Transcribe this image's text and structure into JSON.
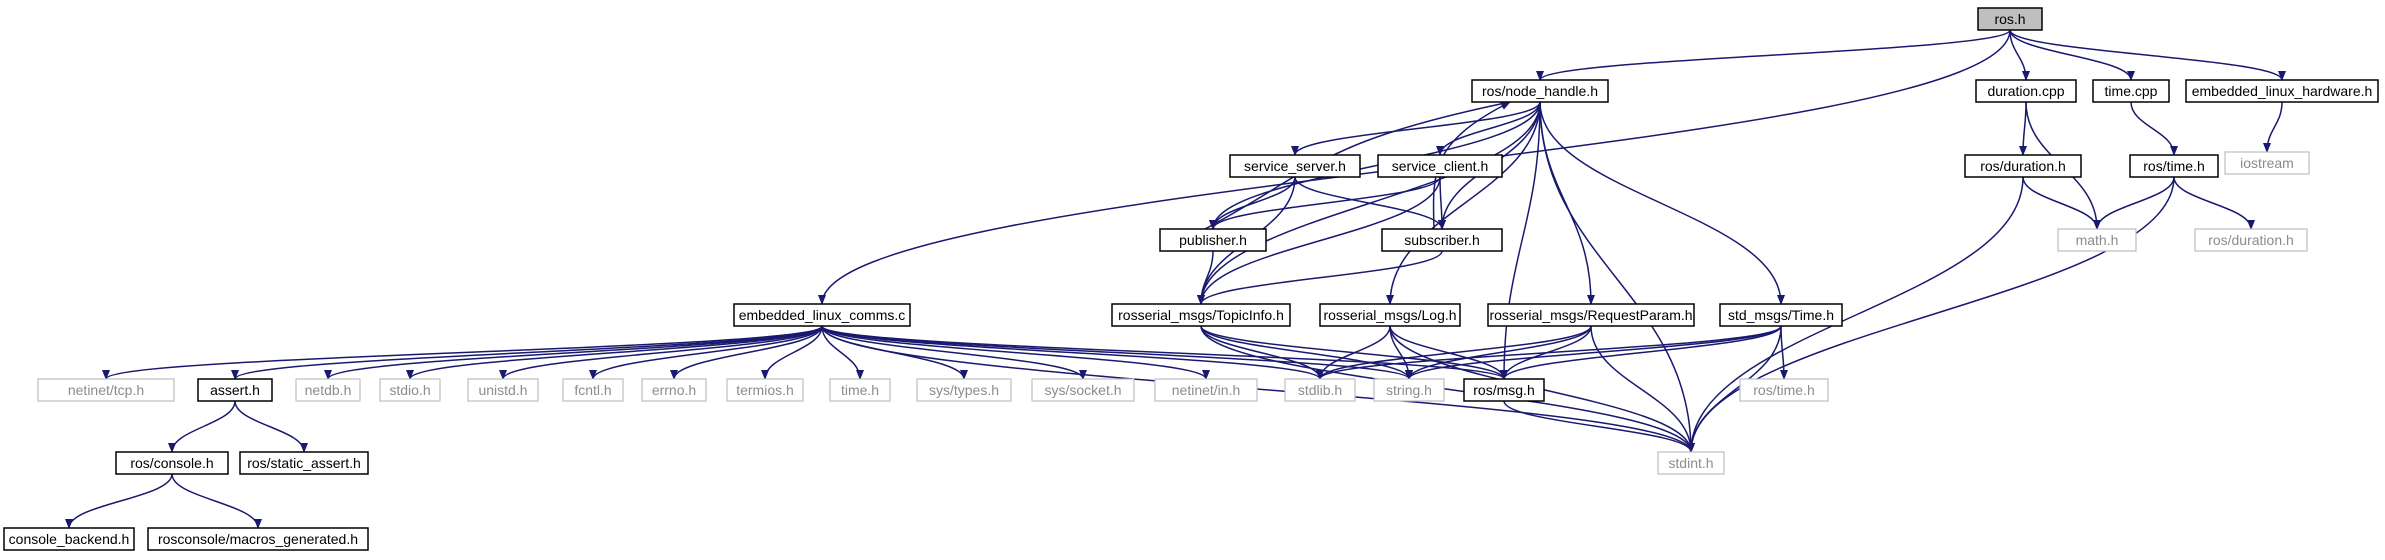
{
  "colors": {
    "edge": "#191970",
    "root_fill": "#bfbfbf",
    "ext_border": "#bfbfbf",
    "ext_text": "#8c8c8c"
  },
  "nodes": [
    {
      "id": "ros_h",
      "label": "ros.h",
      "root": true
    },
    {
      "id": "node_handle",
      "label": "ros/node_handle.h"
    },
    {
      "id": "duration_cpp",
      "label": "duration.cpp"
    },
    {
      "id": "time_cpp",
      "label": "time.cpp"
    },
    {
      "id": "emb_hw",
      "label": "embedded_linux_hardware.h"
    },
    {
      "id": "iostream",
      "label": "iostream",
      "external": true
    },
    {
      "id": "service_server",
      "label": "service_server.h"
    },
    {
      "id": "service_client",
      "label": "service_client.h"
    },
    {
      "id": "ros_duration",
      "label": "ros/duration.h"
    },
    {
      "id": "ros_time",
      "label": "ros/time.h"
    },
    {
      "id": "publisher",
      "label": "publisher.h"
    },
    {
      "id": "subscriber",
      "label": "subscriber.h"
    },
    {
      "id": "math_h",
      "label": "math.h",
      "external": true
    },
    {
      "id": "ros_duration_ext",
      "label": "ros/duration.h",
      "external": true
    },
    {
      "id": "emb_comms",
      "label": "embedded_linux_comms.c"
    },
    {
      "id": "topic_info",
      "label": "rosserial_msgs/TopicInfo.h"
    },
    {
      "id": "log_h",
      "label": "rosserial_msgs/Log.h"
    },
    {
      "id": "request_param",
      "label": "rosserial_msgs/RequestParam.h"
    },
    {
      "id": "std_time",
      "label": "std_msgs/Time.h"
    },
    {
      "id": "tcp_h",
      "label": "netinet/tcp.h",
      "external": true
    },
    {
      "id": "assert_h",
      "label": "assert.h"
    },
    {
      "id": "netdb_h",
      "label": "netdb.h",
      "external": true
    },
    {
      "id": "stdio_h",
      "label": "stdio.h",
      "external": true
    },
    {
      "id": "unistd_h",
      "label": "unistd.h",
      "external": true
    },
    {
      "id": "fcntl_h",
      "label": "fcntl.h",
      "external": true
    },
    {
      "id": "errno_h",
      "label": "errno.h",
      "external": true
    },
    {
      "id": "termios_h",
      "label": "termios.h",
      "external": true
    },
    {
      "id": "time_h",
      "label": "time.h",
      "external": true
    },
    {
      "id": "sys_types",
      "label": "sys/types.h",
      "external": true
    },
    {
      "id": "sys_socket",
      "label": "sys/socket.h",
      "external": true
    },
    {
      "id": "netinet_in",
      "label": "netinet/in.h",
      "external": true
    },
    {
      "id": "stdlib_h",
      "label": "stdlib.h",
      "external": true
    },
    {
      "id": "string_h",
      "label": "string.h",
      "external": true
    },
    {
      "id": "ros_msg",
      "label": "ros/msg.h"
    },
    {
      "id": "ros_time_ext",
      "label": "ros/time.h",
      "external": true
    },
    {
      "id": "stdint_h",
      "label": "stdint.h",
      "external": true
    },
    {
      "id": "ros_console",
      "label": "ros/console.h"
    },
    {
      "id": "ros_static_assert",
      "label": "ros/static_assert.h"
    },
    {
      "id": "console_backend",
      "label": "console_backend.h"
    },
    {
      "id": "macros_generated",
      "label": "rosconsole/macros_generated.h"
    }
  ],
  "edges": [
    [
      "ros_h",
      "node_handle"
    ],
    [
      "ros_h",
      "duration_cpp"
    ],
    [
      "ros_h",
      "time_cpp"
    ],
    [
      "ros_h",
      "emb_hw"
    ],
    [
      "ros_h",
      "emb_comms"
    ],
    [
      "emb_hw",
      "iostream"
    ],
    [
      "duration_cpp",
      "ros_duration"
    ],
    [
      "duration_cpp",
      "math_h"
    ],
    [
      "time_cpp",
      "ros_time"
    ],
    [
      "ros_duration",
      "math_h"
    ],
    [
      "ros_duration",
      "stdint_h"
    ],
    [
      "ros_time",
      "math_h"
    ],
    [
      "ros_time",
      "ros_duration_ext"
    ],
    [
      "ros_time",
      "stdint_h"
    ],
    [
      "node_handle",
      "service_server"
    ],
    [
      "node_handle",
      "service_client"
    ],
    [
      "node_handle",
      "publisher"
    ],
    [
      "node_handle",
      "subscriber"
    ],
    [
      "node_handle",
      "topic_info"
    ],
    [
      "node_handle",
      "log_h"
    ],
    [
      "node_handle",
      "request_param"
    ],
    [
      "node_handle",
      "std_time"
    ],
    [
      "node_handle",
      "ros_msg"
    ],
    [
      "node_handle",
      "stdint_h"
    ],
    [
      "publisher",
      "node_handle"
    ],
    [
      "subscriber",
      "node_handle"
    ],
    [
      "service_server",
      "publisher"
    ],
    [
      "service_server",
      "subscriber"
    ],
    [
      "service_server",
      "topic_info"
    ],
    [
      "service_client",
      "publisher"
    ],
    [
      "service_client",
      "subscriber"
    ],
    [
      "service_client",
      "topic_info"
    ],
    [
      "publisher",
      "topic_info"
    ],
    [
      "subscriber",
      "topic_info"
    ],
    [
      "topic_info",
      "stdlib_h"
    ],
    [
      "topic_info",
      "string_h"
    ],
    [
      "topic_info",
      "ros_msg"
    ],
    [
      "topic_info",
      "stdint_h"
    ],
    [
      "log_h",
      "stdlib_h"
    ],
    [
      "log_h",
      "string_h"
    ],
    [
      "log_h",
      "ros_msg"
    ],
    [
      "log_h",
      "stdint_h"
    ],
    [
      "request_param",
      "stdlib_h"
    ],
    [
      "request_param",
      "string_h"
    ],
    [
      "request_param",
      "ros_msg"
    ],
    [
      "request_param",
      "stdint_h"
    ],
    [
      "std_time",
      "stdlib_h"
    ],
    [
      "std_time",
      "string_h"
    ],
    [
      "std_time",
      "ros_msg"
    ],
    [
      "std_time",
      "ros_time_ext"
    ],
    [
      "std_time",
      "stdint_h"
    ],
    [
      "ros_msg",
      "stdint_h"
    ],
    [
      "emb_comms",
      "tcp_h"
    ],
    [
      "emb_comms",
      "assert_h"
    ],
    [
      "emb_comms",
      "netdb_h"
    ],
    [
      "emb_comms",
      "stdio_h"
    ],
    [
      "emb_comms",
      "unistd_h"
    ],
    [
      "emb_comms",
      "fcntl_h"
    ],
    [
      "emb_comms",
      "errno_h"
    ],
    [
      "emb_comms",
      "termios_h"
    ],
    [
      "emb_comms",
      "time_h"
    ],
    [
      "emb_comms",
      "sys_types"
    ],
    [
      "emb_comms",
      "sys_socket"
    ],
    [
      "emb_comms",
      "netinet_in"
    ],
    [
      "emb_comms",
      "stdlib_h"
    ],
    [
      "emb_comms",
      "string_h"
    ],
    [
      "emb_comms",
      "stdint_h"
    ],
    [
      "emb_comms",
      "ros_msg"
    ],
    [
      "assert_h",
      "ros_console"
    ],
    [
      "assert_h",
      "ros_static_assert"
    ],
    [
      "ros_console",
      "console_backend"
    ],
    [
      "ros_console",
      "macros_generated"
    ]
  ]
}
